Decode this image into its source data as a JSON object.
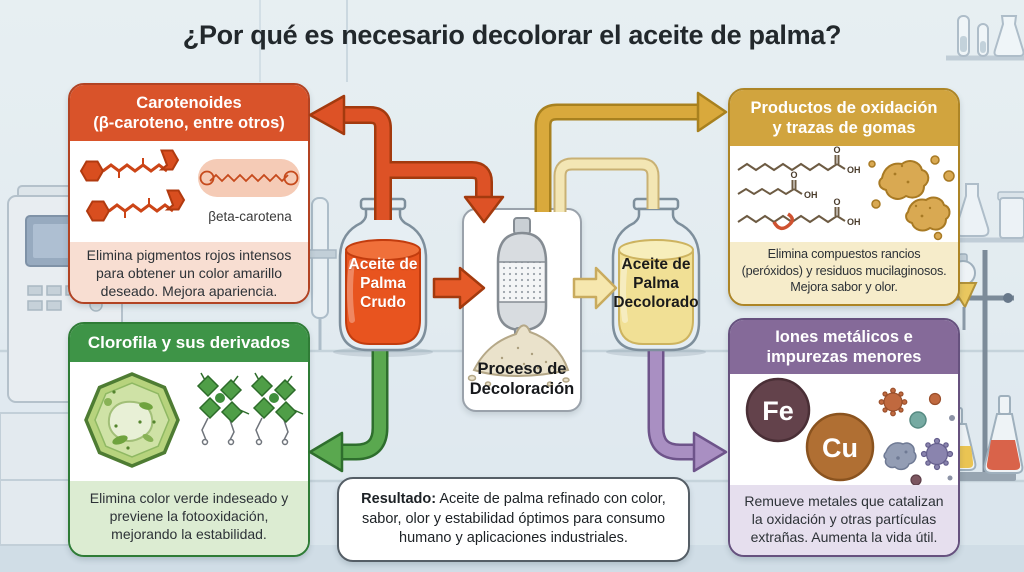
{
  "title": "¿Por qué es necesario decolorar el aceite de palma?",
  "boxes": {
    "carotenoids": {
      "title": "Carotenoides\n(β-caroteno, entre otros)",
      "molecule_label": "βeta-carotena",
      "description": "Elimina pigmentos rojos intensos\npara obtener un color amarillo\ndeseado. Mejora apariencia."
    },
    "oxidation": {
      "title": "Productos de oxidación\ny trazas de gomas",
      "atom_o": "O",
      "atom_oh": "OH",
      "description": "Elimina compuestos rancios\n(peróxidos) y residuos mucilaginosos.\nMejora sabor y olor."
    },
    "chlorophyll": {
      "title": "Clorofila y sus derivados",
      "description": "Elimina color verde indeseado y\npreviene la fotooxidación,\nmejorando la estabilidad."
    },
    "metals": {
      "title": "Iones metálicos e\nimpurezas menores",
      "fe_symbol": "Fe",
      "cu_symbol": "Cu",
      "description": "Remueve metales que catalizan\nla oxidación y otras partículas\nextrañas. Aumenta la vida útil."
    }
  },
  "process": {
    "crude_bottle_label": "Aceite de\nPalma\nCrudo",
    "step_label": "Proceso de\nDecoloración",
    "bleached_bottle_label": "Aceite de\nPalma\nDecolorado"
  },
  "result": {
    "prefix": "Resultado:",
    "text": " Aceite de palma refinado con color, sabor, olor y estabilidad óptimos para consumo humano y aplicaciones industriales."
  },
  "palette": {
    "carotenoids_header": "#d9532a",
    "oxidation_header": "#d1a43e",
    "chlorophyll_header": "#3e9447",
    "metals_header": "#856a99",
    "crude_oil": "#e8541f",
    "crude_oil_surface": "#f0703a",
    "bleached_oil": "#f1e095",
    "bleached_oil_surface": "#f7eebb",
    "carotenoids_arrow": "#dd5226",
    "oxidation_arrow": "#d9a93c",
    "chlorophyll_arrow": "#5aa84f",
    "metals_arrow": "#a98fc2",
    "oil_flow_arrow": "#f3e6b4"
  }
}
